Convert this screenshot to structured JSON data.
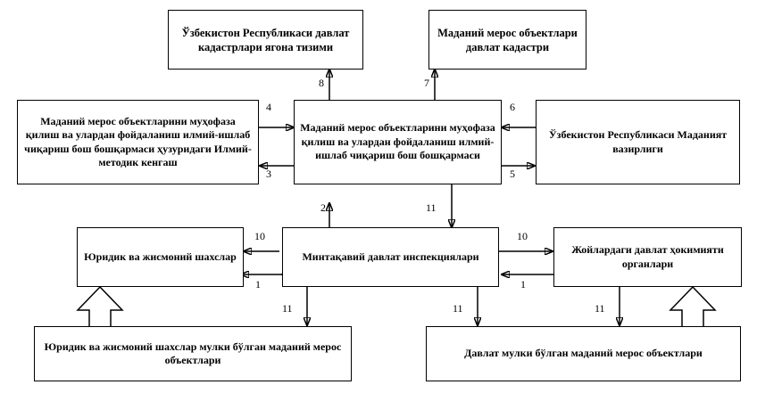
{
  "diagram": {
    "title": "Madaniy meros obyektlari boshqaruv tizimi sxemasi",
    "language": "uz-Cyrl",
    "boxes": {
      "kadastr_yagona": "Ўзбекистон Республикаси давлат кадастрлари ягона тизими",
      "meros_kadastri": "Маданий мерос объектлари давлат кадастри",
      "ilmiy_kengash": "Маданий мерос объектларини муҳофаза қилиш ва улардан фойдаланиш илмий-ишлаб чиқариш бош бошқармаси ҳузуридаги Илмий-методик кенгаш",
      "bosh_boshqarma": "Маданий мерос объектларини муҳофаза қилиш ва улардан фойдаланиш илмий-ишлаб чиқариш бош бошқармаси",
      "vazirlik": "Ўзбекистон Республикаси Маданият вазирлиги",
      "shaxslar": "Юридик ва жисмоний шахслар",
      "inspektsiyalar": "Минтақавий давлат инспекциялари",
      "hokimiyat": "Жойлардаги давлат ҳокимияти органлари",
      "xususiy_obyektlar": "Юридик ва жисмоний шахслар мулки бўлган маданий мерос объектлари",
      "davlat_obyektlari": "Давлат  мулки бўлган маданий мерос объектлари"
    },
    "connector_labels": {
      "c1_left": "1",
      "c1_right": "1",
      "c2": "2",
      "c3": "3",
      "c4": "4",
      "c5": "5",
      "c6": "6",
      "c7": "7",
      "c8": "8",
      "c10_left": "10",
      "c10_right": "10",
      "c11_up_center": "11",
      "c11_down_left": "11",
      "c11_down_center": "11",
      "c11_down_right": "11"
    },
    "colors": {
      "stroke": "#000000",
      "fill": "#ffffff",
      "text": "#000000"
    }
  }
}
